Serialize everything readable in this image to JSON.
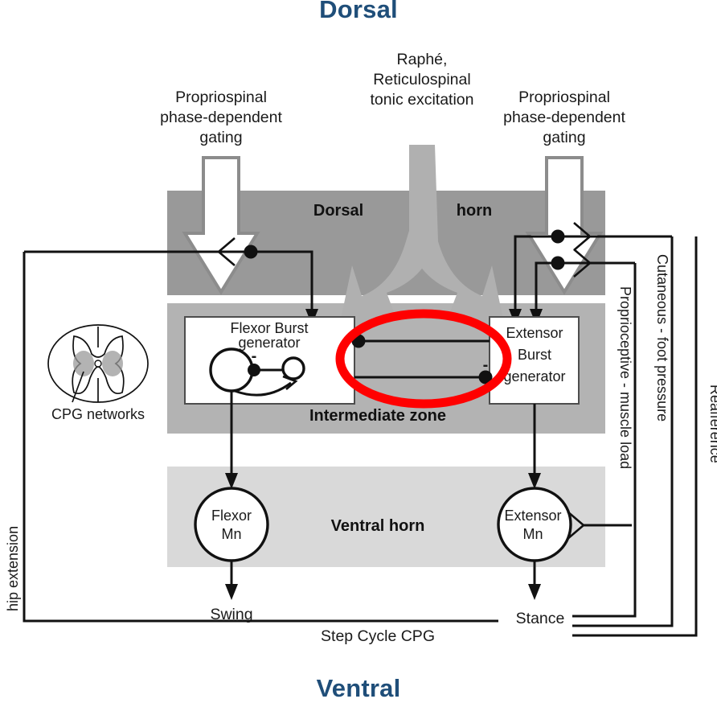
{
  "figure": {
    "title_top": "Dorsal",
    "title_bottom": "Ventral",
    "accent_color": "#1F4E79",
    "highlight_color": "#FF0000"
  },
  "inputs": {
    "left": {
      "line1": "Propriospinal",
      "line2": "phase-dependent",
      "line3": "gating"
    },
    "center": {
      "line1": "Raphé,",
      "line2": "Reticulospinal",
      "line3": "tonic excitation"
    },
    "right": {
      "line1": "Propriospinal",
      "line2": "phase-dependent",
      "line3": "gating"
    }
  },
  "zones": {
    "dorsal_horn_left": "Dorsal",
    "dorsal_horn_right": "horn",
    "intermediate": "Intermediate zone",
    "ventral": "Ventral horn"
  },
  "inset": {
    "label": "CPG networks"
  },
  "generators": {
    "flexor": {
      "line1": "Flexor Burst",
      "line2": "generator"
    },
    "extensor": {
      "line1": "Extensor",
      "line2": "Burst",
      "line3": "generator"
    },
    "inhibition_sign": "-"
  },
  "motoneurons": {
    "flexor": {
      "line1": "Flexor",
      "line2": "Mn"
    },
    "extensor": {
      "line1": "Extensor",
      "line2": "Mn"
    }
  },
  "phases": {
    "swing": "Swing",
    "stance": "Stance",
    "cpg_loop": "Step Cycle CPG"
  },
  "feedback": {
    "left_axis": "hip extension",
    "proprioceptive": "Proprioceptive - muscle load",
    "cutaneous": "Cutaneous - foot pressure",
    "reafference": "Reafference"
  },
  "colors": {
    "dorsal_horn_band": "#999999",
    "intermediate_band": "#b3b3b3",
    "ventral_band": "#d9d9d9"
  }
}
